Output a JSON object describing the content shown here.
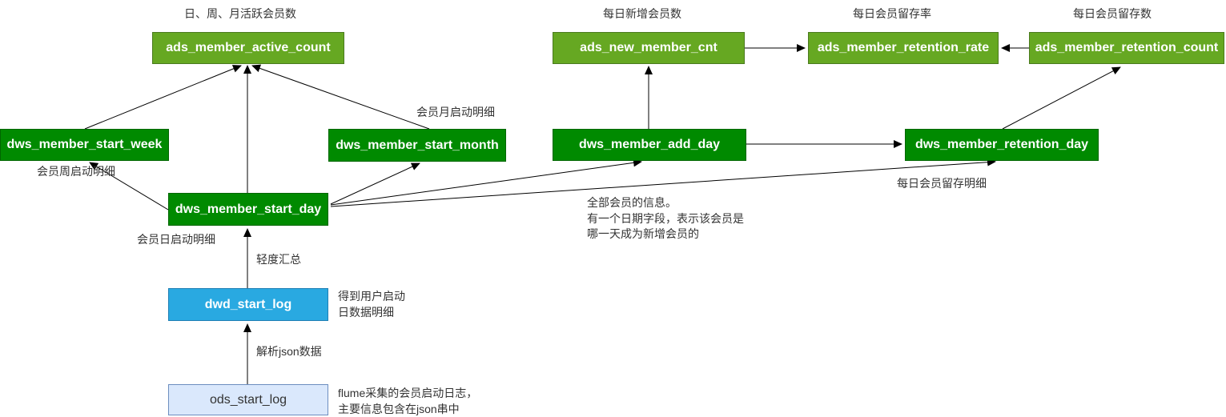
{
  "diagram": {
    "nodes": {
      "ads_member_active_count": "ads_member_active_count",
      "ads_new_member_cnt": "ads_new_member_cnt",
      "ads_member_retention_rate": "ads_member_retention_rate",
      "ads_member_retention_count": "ads_member_retention_count",
      "dws_member_start_week": "dws_member_start_week",
      "dws_member_start_month": "dws_member_start_month",
      "dws_member_add_day": "dws_member_add_day",
      "dws_member_retention_day": "dws_member_retention_day",
      "dws_member_start_day": "dws_member_start_day",
      "dwd_start_log": "dwd_start_log",
      "ods_start_log": "ods_start_log"
    },
    "captions": {
      "active": "日、周、月活跃会员数",
      "new_member": "每日新增会员数",
      "retention_rate": "每日会员留存率",
      "retention_count": "每日会员留存数"
    },
    "edge_labels": {
      "month_detail": "会员月启动明细",
      "week_detail": "会员周启动明细",
      "retention_detail": "每日会员留存明细",
      "day_detail": "会员日启动明细",
      "light_aggregation": "轻度汇总",
      "parse_json": "解析json数据"
    },
    "notes": {
      "add_day": "全部会员的信息。\n有一个日期字段，表示该会员是\n哪一天成为新增会员的",
      "dwd": "得到用户启动\n日数据明细",
      "ods": "flume采集的会员启动日志，\n主要信息包含在json串中"
    },
    "colors": {
      "ads_fill": "#66A822",
      "ads_border": "#4A7A1E",
      "dws_fill": "#008A00",
      "dws_border": "#006600",
      "dwd_fill": "#29A9E1",
      "dwd_border": "#1E7FB5",
      "ods_fill": "#DAE8FC",
      "ods_border": "#6C8EBF",
      "arrow": "#000000"
    }
  }
}
